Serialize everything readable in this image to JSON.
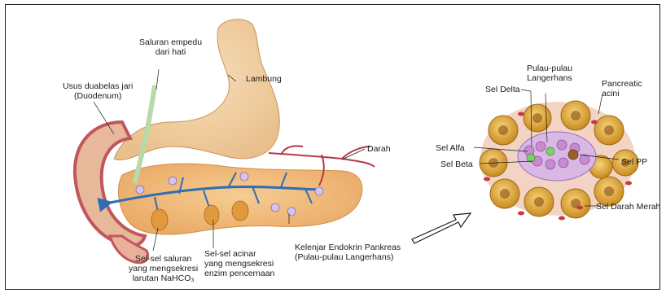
{
  "diagram": {
    "labels": {
      "saluran_empedu": [
        "Saluran empedu",
        "dari hati"
      ],
      "usus_duabelas_jari": [
        "Usus duabelas jari",
        "(Duodenum)"
      ],
      "lambung": "Lambung",
      "darah": "Darah",
      "kelenjar_endokrin": [
        "Kelenjar Endokrin Pankreas",
        "(Pulau-pulau Langerhans)"
      ],
      "sel_sel_saluran": [
        "Sel-sel saluran",
        "yang mengsekresi",
        "larutan NaHCO₃"
      ],
      "sel_sel_acinar": [
        "Sel-sel acinar",
        "yang mengsekresi",
        "enzim pencernaan"
      ]
    },
    "detail_labels": {
      "pulau_pulau": [
        "Pulau-pulau",
        "Langerhans"
      ],
      "sel_delta": "Sel Delta",
      "pancreatic_acini": [
        "Pancreatic",
        "acini"
      ],
      "sel_alfa": "Sel Alfa",
      "sel_beta": "Sel Beta",
      "sel_pp": "Sel PP",
      "sel_darah_merah": "Sel Darah Merah"
    },
    "colors": {
      "stomach": "#f1cfa2",
      "duodenum": "#e8b89a",
      "pancreas": "#f0b97a",
      "duct": "#2f6db5",
      "bile_duct": "#b8d9a8",
      "blood": "#b43a4a",
      "acini": "#d9a030",
      "islet": "#c98bd0"
    }
  }
}
